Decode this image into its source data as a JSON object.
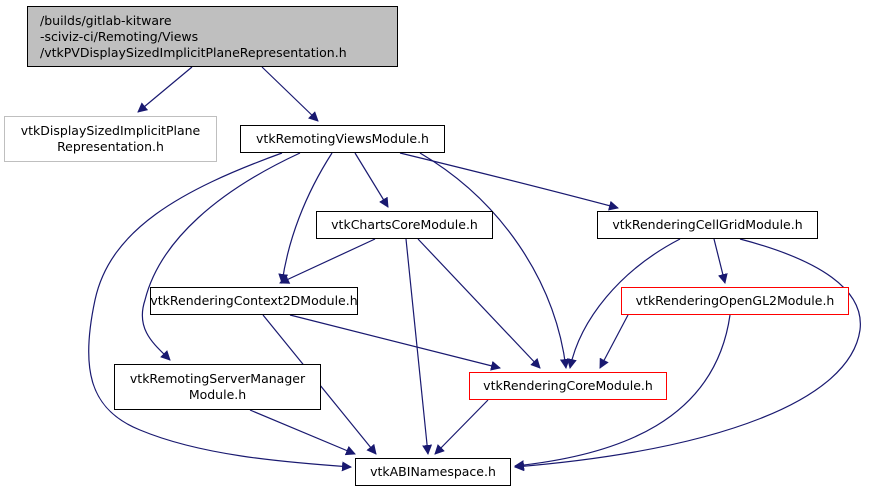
{
  "diagram": {
    "title": "Include dependency graph",
    "edge_color": "#191970",
    "nodes": [
      {
        "id": "root",
        "label": "/builds/gitlab-kitware\n-sciviz-ci/Remoting/Views\n/vtkPVDisplaySizedImplicitPlaneRepresentation.h",
        "style": "root"
      },
      {
        "id": "dsipr",
        "label": "vtkDisplaySizedImplicitPlane\nRepresentation.h",
        "style": "grey"
      },
      {
        "id": "rvm",
        "label": "vtkRemotingViewsModule.h",
        "style": "normal"
      },
      {
        "id": "ccm",
        "label": "vtkChartsCoreModule.h",
        "style": "normal"
      },
      {
        "id": "rcgm",
        "label": "vtkRenderingCellGridModule.h",
        "style": "normal"
      },
      {
        "id": "rc2d",
        "label": "vtkRenderingContext2DModule.h",
        "style": "normal"
      },
      {
        "id": "rogl",
        "label": "vtkRenderingOpenGL2Module.h",
        "style": "red"
      },
      {
        "id": "rsm",
        "label": "vtkRemotingServerManager\nModule.h",
        "style": "normal"
      },
      {
        "id": "rcm",
        "label": "vtkRenderingCoreModule.h",
        "style": "red"
      },
      {
        "id": "abi",
        "label": "vtkABINamespace.h",
        "style": "normal"
      }
    ],
    "edges": [
      [
        "root",
        "dsipr"
      ],
      [
        "root",
        "rvm"
      ],
      [
        "rvm",
        "ccm"
      ],
      [
        "rvm",
        "rcgm"
      ],
      [
        "rvm",
        "rc2d"
      ],
      [
        "rvm",
        "rsm"
      ],
      [
        "rvm",
        "rcm"
      ],
      [
        "rvm",
        "abi"
      ],
      [
        "ccm",
        "rc2d"
      ],
      [
        "ccm",
        "rcm"
      ],
      [
        "ccm",
        "abi"
      ],
      [
        "rcgm",
        "rogl"
      ],
      [
        "rcgm",
        "rcm"
      ],
      [
        "rcgm",
        "abi"
      ],
      [
        "rc2d",
        "rcm"
      ],
      [
        "rc2d",
        "abi"
      ],
      [
        "rogl",
        "rcm"
      ],
      [
        "rogl",
        "abi"
      ],
      [
        "rsm",
        "abi"
      ],
      [
        "rcm",
        "abi"
      ]
    ]
  }
}
